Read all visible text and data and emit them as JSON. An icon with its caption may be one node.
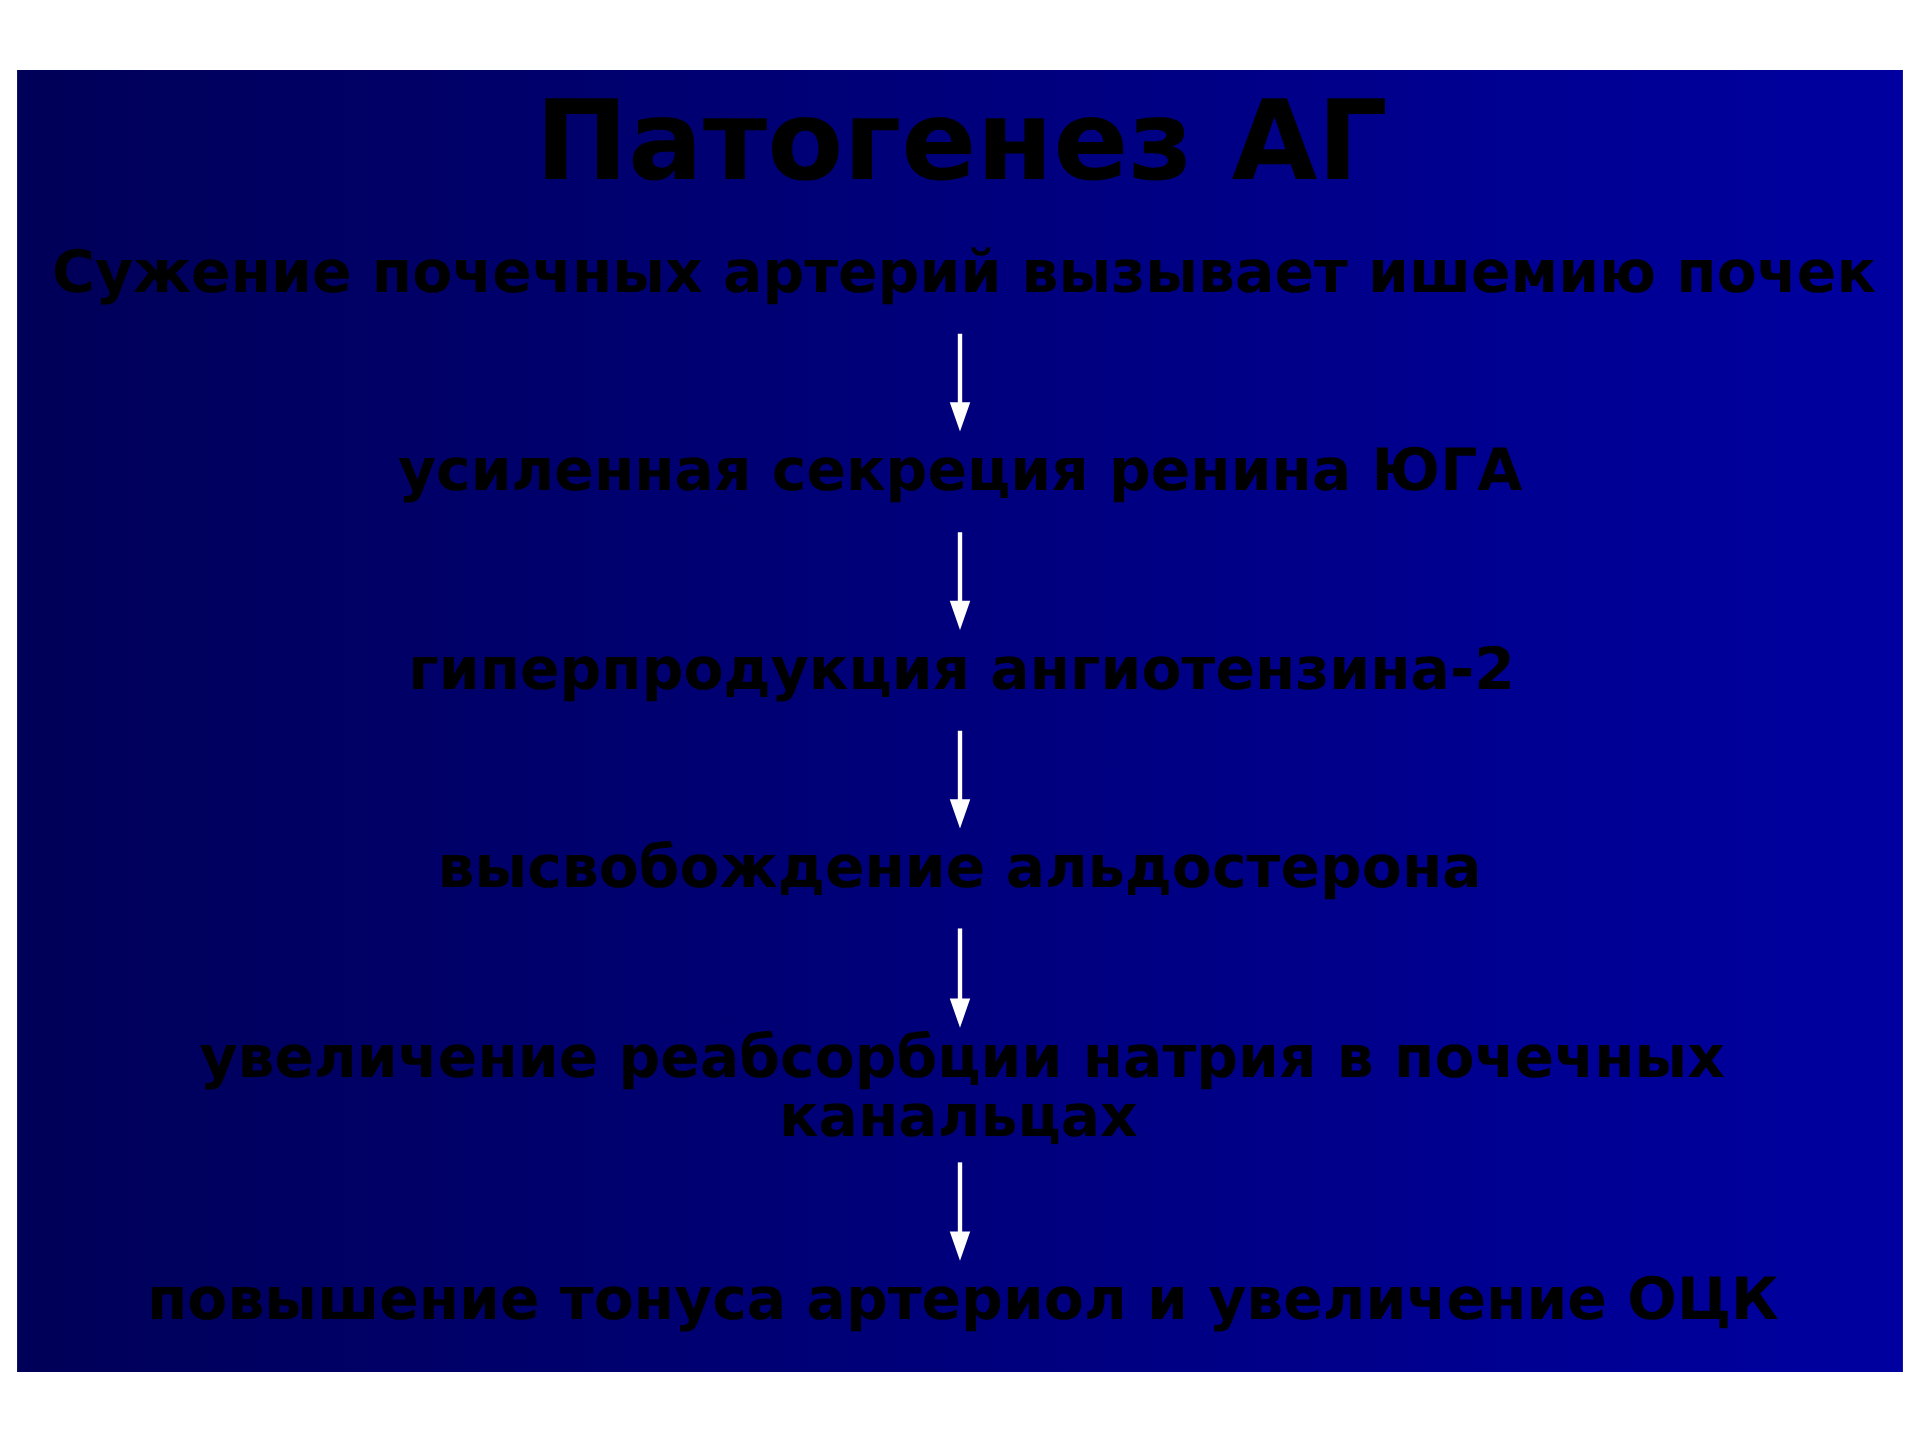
{
  "diagram": {
    "title": "Патогенез АГ",
    "nodes": [
      {
        "text": [
          "Сужение почечных артерий вызывает ишемию почек"
        ]
      },
      {
        "text": [
          "усиленная секреция ренина ЮГА"
        ]
      },
      {
        "text": [
          "гиперпродукция ангиотензина-2"
        ]
      },
      {
        "text": [
          "высвобождение альдостерона"
        ]
      },
      {
        "text": [
          "увеличение реабсорбции натрия в почечных канальцах"
        ]
      },
      {
        "text": [
          "повышение тонуса артериол и увеличение ОЦК"
        ]
      }
    ],
    "edges": [
      {
        "from": 0,
        "to": 1,
        "arrow": "to"
      },
      {
        "from": 1,
        "to": 2,
        "arrow": "to"
      },
      {
        "from": 2,
        "to": 3,
        "arrow": "to"
      },
      {
        "from": 3,
        "to": 4,
        "arrow": "to"
      },
      {
        "from": 4,
        "to": 5,
        "arrow": "to"
      }
    ]
  }
}
